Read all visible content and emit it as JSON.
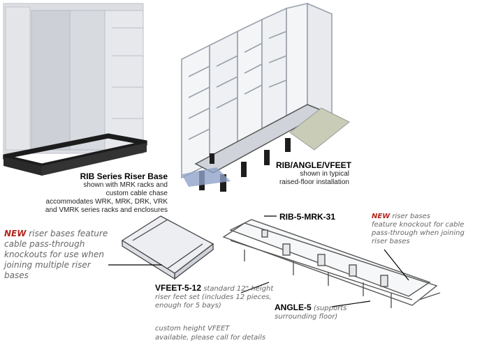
{
  "rib_series": {
    "title": "RIB Series Riser Base",
    "line1": "shown with MRK racks and",
    "line2": "custom cable chase",
    "line3": "accommodates WRK, MRK, DRK, VRK",
    "line4": "and VMRK series racks and enclosures"
  },
  "rib_angle_vfeet": {
    "title": "RIB/ANGLE/VFEET",
    "line1": "shown in typical",
    "line2": "raised-floor installation"
  },
  "new_note_left": {
    "new_word": "NEW",
    "line1_rest": " riser bases feature",
    "line2": "cable pass-through",
    "line3": "knockouts for use when",
    "line4": "joining multiple riser bases"
  },
  "rib_5_mrk_31": {
    "label": "RIB-5-MRK-31"
  },
  "new_note_right": {
    "new_word": "NEW",
    "line1_rest": " riser bases",
    "line2": "feature knockout for cable",
    "line3": "pass-through when joining",
    "line4": "riser bases"
  },
  "vfeet": {
    "code": "VFEET-5-12",
    "line1_rest": " standard 12\" height",
    "line2": "riser feet set (includes 12 pieces,",
    "line3": "enough for 5 bays)"
  },
  "angle": {
    "code": "ANGLE-5",
    "line1_rest": " (supports",
    "line2": "surrounding floor)"
  },
  "custom_note": {
    "line1": "custom height VFEET",
    "line2": "available, please call for details"
  }
}
